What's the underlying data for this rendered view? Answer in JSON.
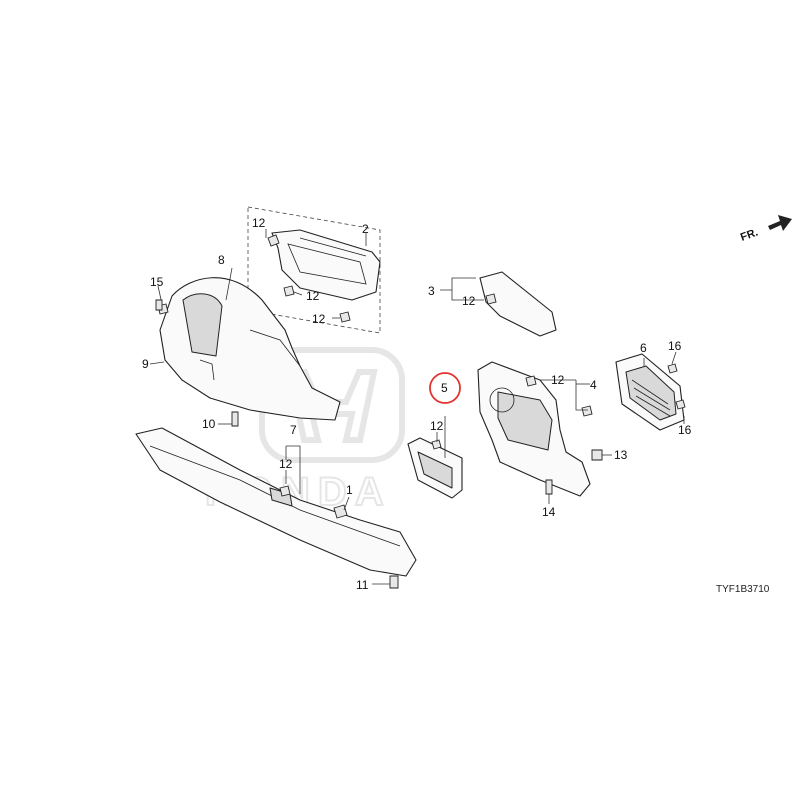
{
  "diagram": {
    "code": "TYF1B3710",
    "direction_label": "FR.",
    "highlight_color": "#e0342f",
    "watermark_text": "HONDA",
    "labels": {
      "p1": "1",
      "p2": "2",
      "p3": "3",
      "p4": "4",
      "p5": "5",
      "p6": "6",
      "p7": "7",
      "p8": "8",
      "p9": "9",
      "p10": "10",
      "p11": "11",
      "p12a": "12",
      "p12b": "12",
      "p12c": "12",
      "p12d": "12",
      "p12e": "12",
      "p12f": "12",
      "p12g": "12",
      "p13": "13",
      "p14": "14",
      "p15": "15",
      "p16a": "16",
      "p16b": "16"
    }
  }
}
